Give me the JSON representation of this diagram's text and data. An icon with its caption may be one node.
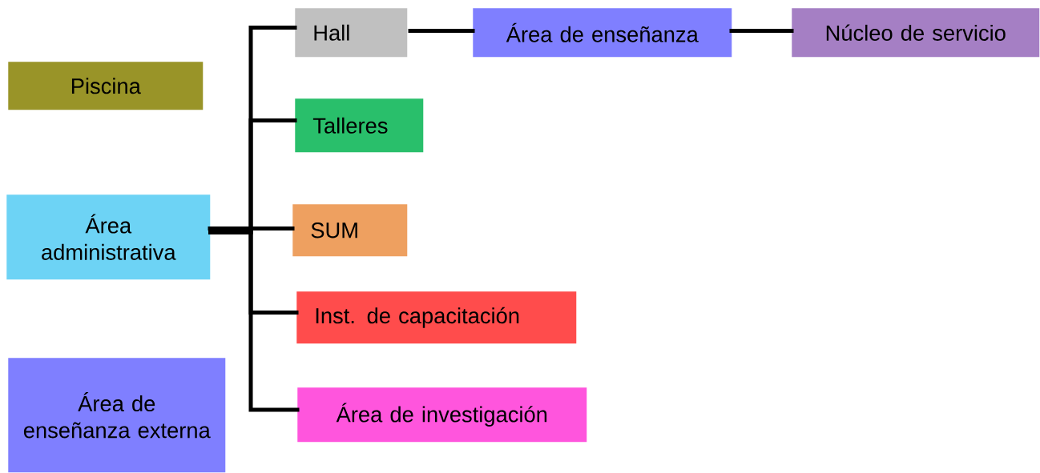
{
  "diagram": {
    "nodes": [
      {
        "text": [
          "Piscina"
        ]
      },
      {
        "text": [
          "Área administrativa"
        ]
      },
      {
        "text": [
          "Área de enseñanza externa"
        ]
      },
      {
        "text": [
          "Hall"
        ]
      },
      {
        "text": [
          "Área de enseñanza"
        ]
      },
      {
        "text": [
          "Núcleo de servicio"
        ]
      },
      {
        "text": [
          "Talleres"
        ]
      },
      {
        "text": [
          "SUM"
        ]
      },
      {
        "text": [
          "Inst. de capacitación"
        ]
      },
      {
        "text": [
          "Área de investigación"
        ]
      }
    ],
    "edges": [
      {
        "from": 1,
        "to": 3,
        "arrow": "none"
      },
      {
        "from": 1,
        "to": 6,
        "arrow": "none"
      },
      {
        "from": 1,
        "to": 7,
        "arrow": "none"
      },
      {
        "from": 1,
        "to": 8,
        "arrow": "none"
      },
      {
        "from": 1,
        "to": 9,
        "arrow": "none"
      },
      {
        "from": 3,
        "to": 4,
        "arrow": "none"
      },
      {
        "from": 4,
        "to": 5,
        "arrow": "none"
      }
    ]
  }
}
